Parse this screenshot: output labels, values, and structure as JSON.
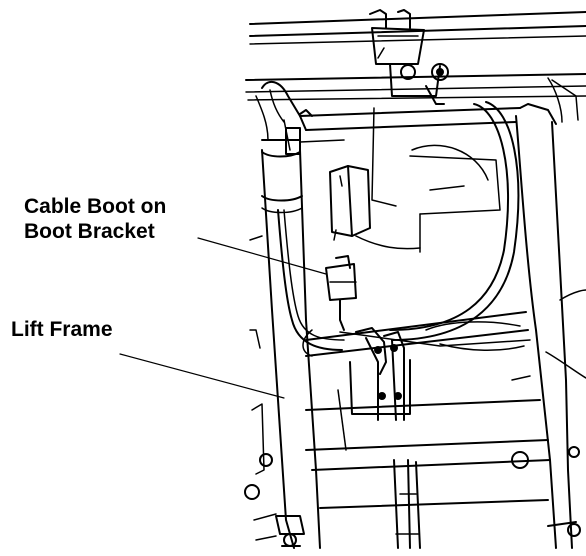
{
  "figure": {
    "description_icon": "mechanical-drawing",
    "line_color": "#000000",
    "background": "#ffffff"
  },
  "callouts": {
    "cable_boot": {
      "line1": "Cable Boot on",
      "line2": "Boot Bracket"
    },
    "lift_frame": {
      "label": "Lift Frame"
    }
  }
}
